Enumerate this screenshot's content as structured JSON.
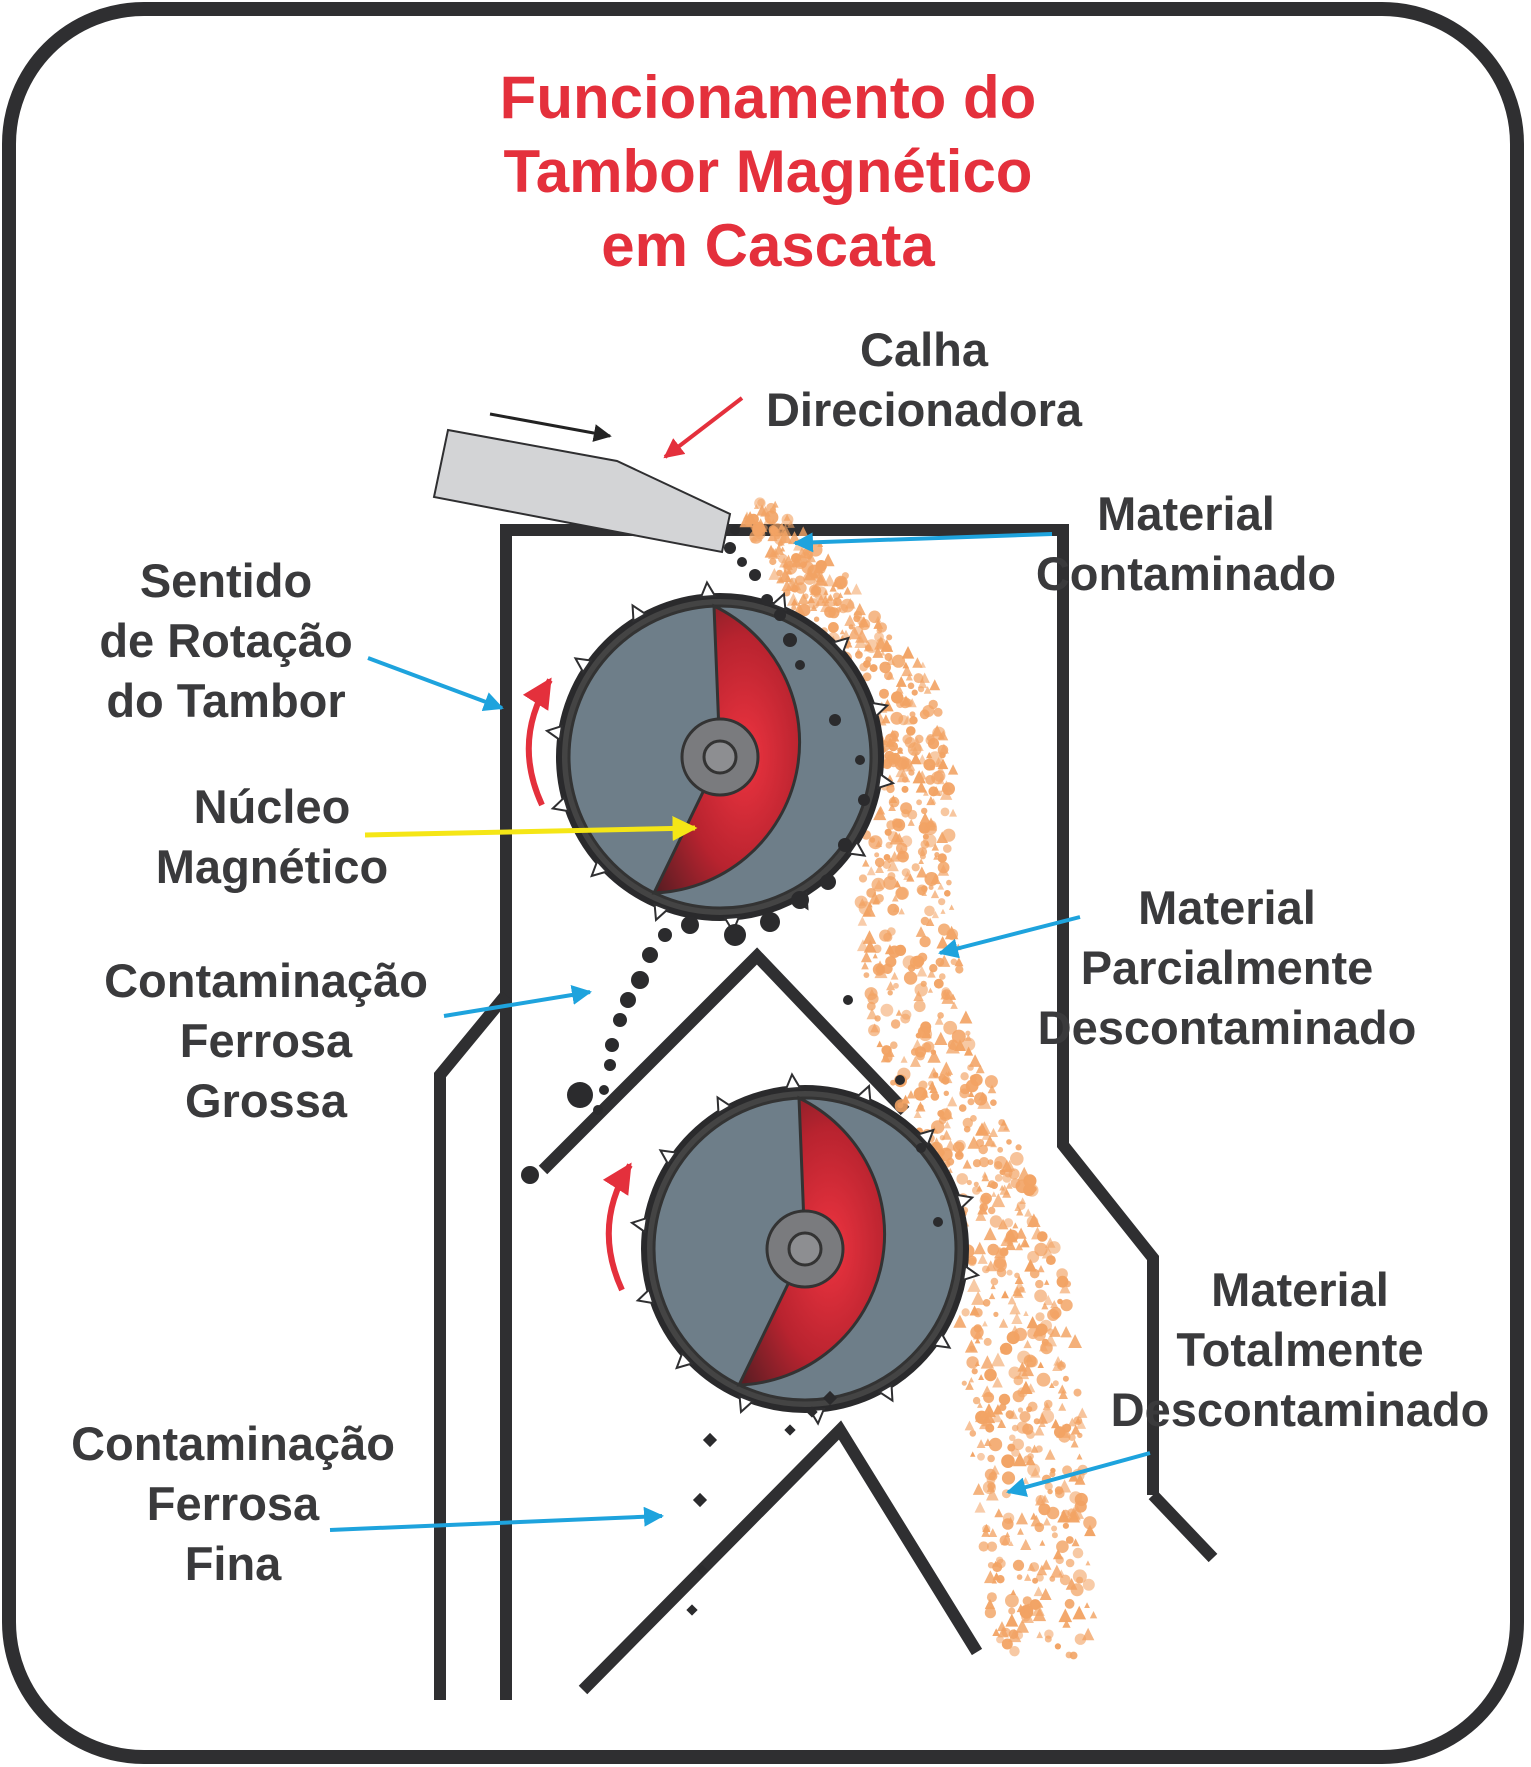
{
  "title": {
    "line1": "Funcionamento do",
    "line2": "Tambor Magnético",
    "line3": "em Cascata"
  },
  "labels": {
    "calha": {
      "line1": "Calha",
      "line2": "Direcionadora"
    },
    "material_contaminado": {
      "line1": "Material",
      "line2": "Contaminado"
    },
    "sentido_rotacao": {
      "line1": "Sentido",
      "line2": "de Rotação",
      "line3": "do Tambor"
    },
    "nucleo": {
      "line1": "Núcleo",
      "line2": "Magnético"
    },
    "parcialmente": {
      "line1": "Material",
      "line2": "Parcialmente",
      "line3": "Descontaminado"
    },
    "grossa": {
      "line1": "Contaminação",
      "line2": "Ferrosa",
      "line3": "Grossa"
    },
    "totalmente": {
      "line1": "Material",
      "line2": "Totalmente",
      "line3": "Descontaminado"
    },
    "fina": {
      "line1": "Contaminação",
      "line2": "Ferrosa",
      "line3": "Fina"
    }
  },
  "colors": {
    "title": "#e4303c",
    "text": "#3a3a3c",
    "frame": "#2f2f31",
    "pointer_blue": "#1ea3dd",
    "pointer_red": "#e4303c",
    "pointer_yellow": "#f5e616",
    "drum_shell": "#6e7e89",
    "magnet_core": "#d8283a",
    "particles": "#f2a364",
    "chute": "#d3d4d6"
  }
}
